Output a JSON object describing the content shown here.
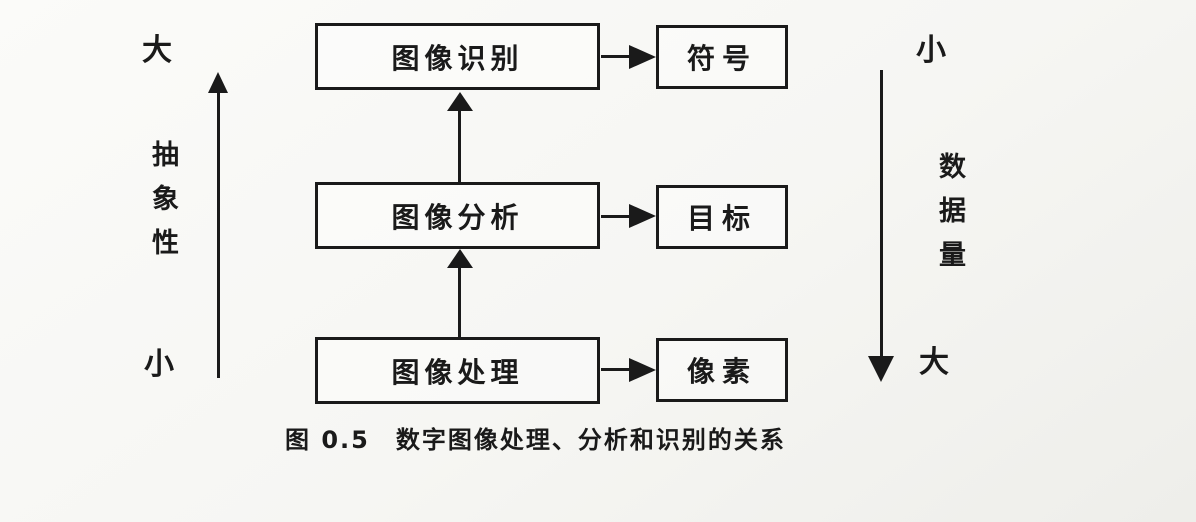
{
  "figure": {
    "type": "flow-diagram",
    "colors": {
      "ink": "#1a1a1a",
      "paper": "#f7f7f4"
    },
    "caption": {
      "number": "图 0.5",
      "text": "数字图像处理、分析和识别的关系"
    }
  },
  "flow": {
    "rows": [
      {
        "process": "图像识别",
        "output": "符号"
      },
      {
        "process": "图像分析",
        "output": "目标"
      },
      {
        "process": "图像处理",
        "output": "像素"
      }
    ]
  },
  "left_axis": {
    "top_label": "大",
    "axis_label": "抽象性",
    "bottom_label": "小"
  },
  "right_axis": {
    "top_label": "小",
    "axis_label": "数据量",
    "bottom_label": "大"
  }
}
